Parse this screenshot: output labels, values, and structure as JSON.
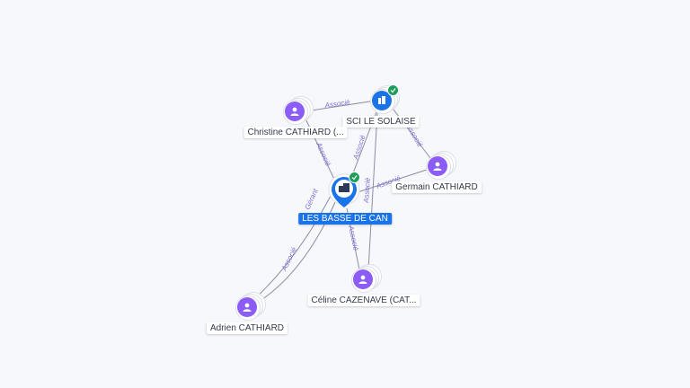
{
  "colors": {
    "edge": "#8a8fa3",
    "edge_label": "#7b6fd6",
    "person": "#8b5cf6",
    "company": "#1a73e8",
    "check": "#1e9e5a"
  },
  "nodes": {
    "main": {
      "label": "LES BASSE DE CAN",
      "icon": "building-icon"
    },
    "sci": {
      "label": "SCI LE SOLAISE",
      "icon": "building-icon"
    },
    "christine": {
      "label": "Christine CATHIARD (...",
      "icon": "person-icon"
    },
    "germain": {
      "label": "Germain CATHIARD",
      "icon": "person-icon"
    },
    "celine": {
      "label": "Céline CAZENAVE (CAT...",
      "icon": "person-icon"
    },
    "adrien": {
      "label": "Adrien CATHIARD",
      "icon": "person-icon"
    }
  },
  "edges": {
    "christine_sci": "Associé",
    "christine_main": "Associé",
    "sci_germain": "Associé",
    "sci_main": "Associé",
    "main_germain": "Associé",
    "celine_main": "Associé",
    "celine_sci": "Associé",
    "adrien_main": "Associé",
    "adrien_main_2": "Gérant"
  }
}
